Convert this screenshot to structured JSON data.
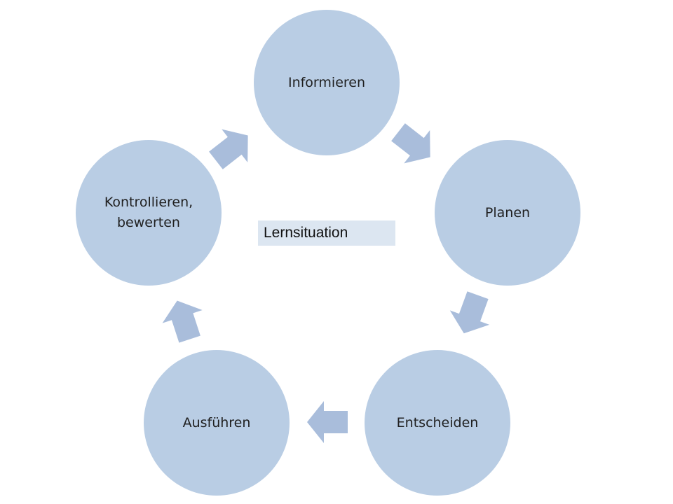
{
  "diagram": {
    "nodes": [
      {
        "id": "informieren",
        "label": "Informieren"
      },
      {
        "id": "planen",
        "label": "Planen"
      },
      {
        "id": "entscheiden",
        "label": "Entscheiden"
      },
      {
        "id": "ausfuehren",
        "label": "Ausführen"
      },
      {
        "id": "kontrollieren",
        "label": "Kontrollieren,\nbewerten"
      }
    ],
    "center_label": "Lernsituation",
    "colors": {
      "node_fill": "#b9cde4",
      "arrow_fill": "#a9bddb",
      "center_box": "#dce6f1"
    }
  }
}
